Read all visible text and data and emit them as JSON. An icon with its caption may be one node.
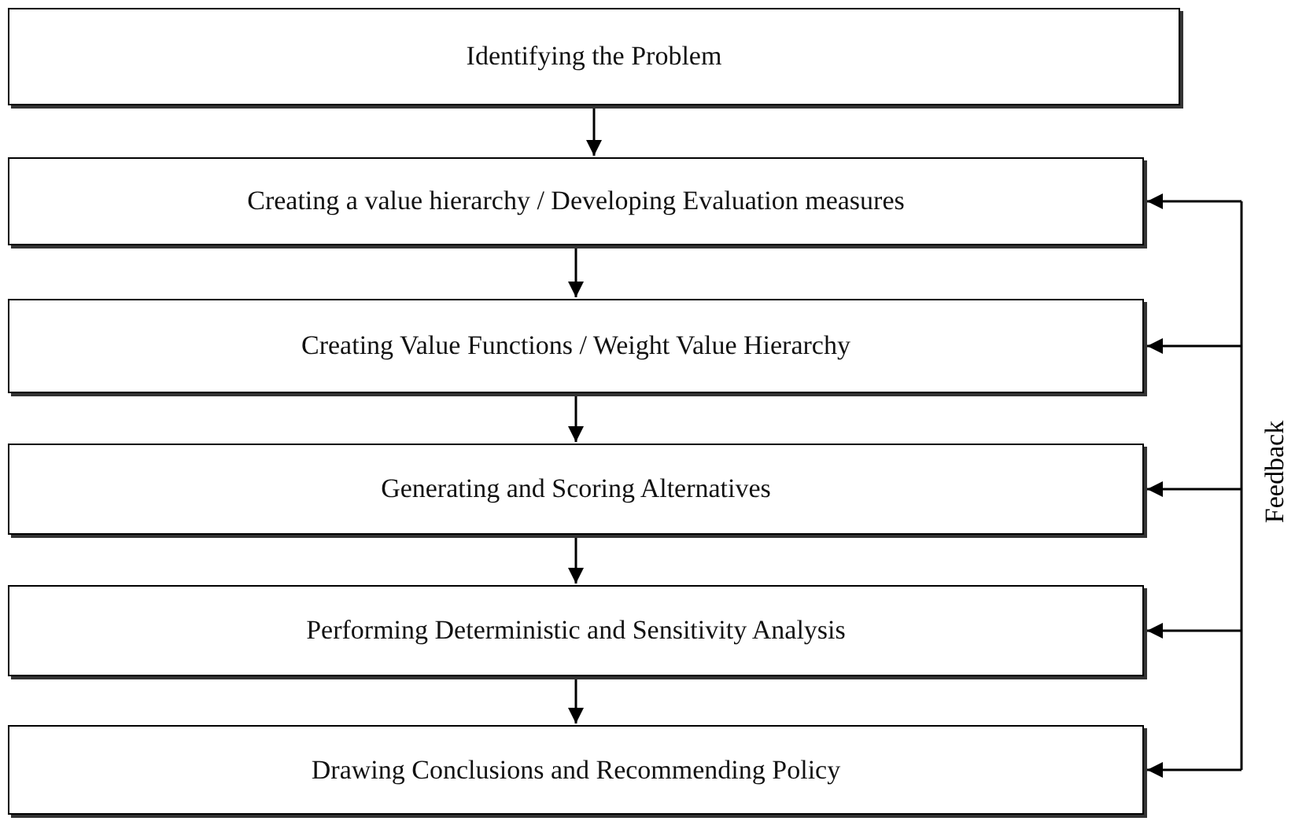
{
  "diagram": {
    "nodes": [
      {
        "text": [
          "Identifying the Problem"
        ]
      },
      {
        "text": [
          "Creating a value hierarchy / Developing Evaluation measures"
        ]
      },
      {
        "text": [
          "Creating Value Functions / Weight Value Hierarchy"
        ]
      },
      {
        "text": [
          "Generating and Scoring Alternatives"
        ]
      },
      {
        "text": [
          "Performing Deterministic and Sensitivity Analysis"
        ]
      },
      {
        "text": [
          "Drawing Conclusions and Recommending Policy"
        ]
      }
    ],
    "edges": [
      {
        "from": 0,
        "to": 1,
        "arrow": "to"
      },
      {
        "from": 1,
        "to": 2,
        "arrow": "to"
      },
      {
        "from": 2,
        "to": 3,
        "arrow": "to"
      },
      {
        "from": 3,
        "to": 4,
        "arrow": "to"
      },
      {
        "from": 4,
        "to": 5,
        "arrow": "to"
      },
      {
        "from": null,
        "to": 1,
        "arrow": "to"
      },
      {
        "from": null,
        "to": 2,
        "arrow": "to"
      },
      {
        "from": null,
        "to": 3,
        "arrow": "to"
      },
      {
        "from": null,
        "to": 4,
        "arrow": "to"
      },
      {
        "from": null,
        "to": 5,
        "arrow": "to"
      }
    ],
    "labels": [
      "Feedback"
    ]
  }
}
